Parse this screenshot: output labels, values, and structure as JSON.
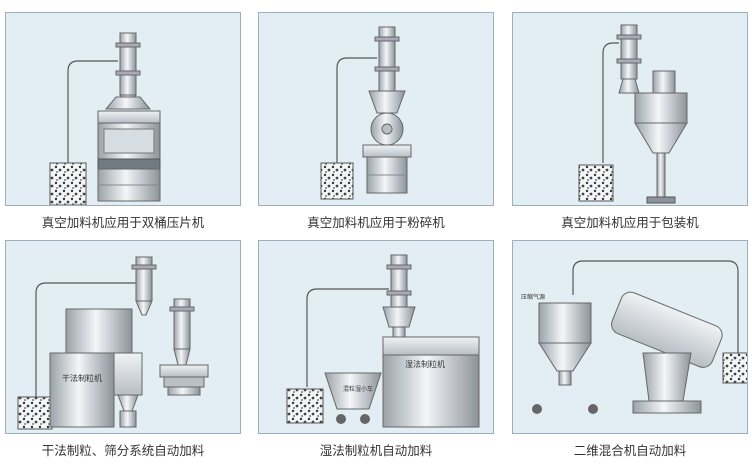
{
  "panels": [
    {
      "caption": "真空加料机应用于双桶压片机"
    },
    {
      "caption": "真空加料机应用于粉碎机"
    },
    {
      "caption": "真空加料机应用于包装机"
    },
    {
      "caption": "干法制粒、筛分系统自动加料",
      "label": "干法制粒机"
    },
    {
      "caption": "湿法制粒机自动加料",
      "label": "湿法制粒机",
      "label2": "混粒湿小车"
    },
    {
      "caption": "二维混合机自动加料",
      "label": "压缩气源"
    }
  ],
  "colors": {
    "panel_bg": "#e3eef4",
    "metal_light": "#f2f4f6",
    "metal_dark": "#8d959c",
    "border": "#9bb0be"
  }
}
